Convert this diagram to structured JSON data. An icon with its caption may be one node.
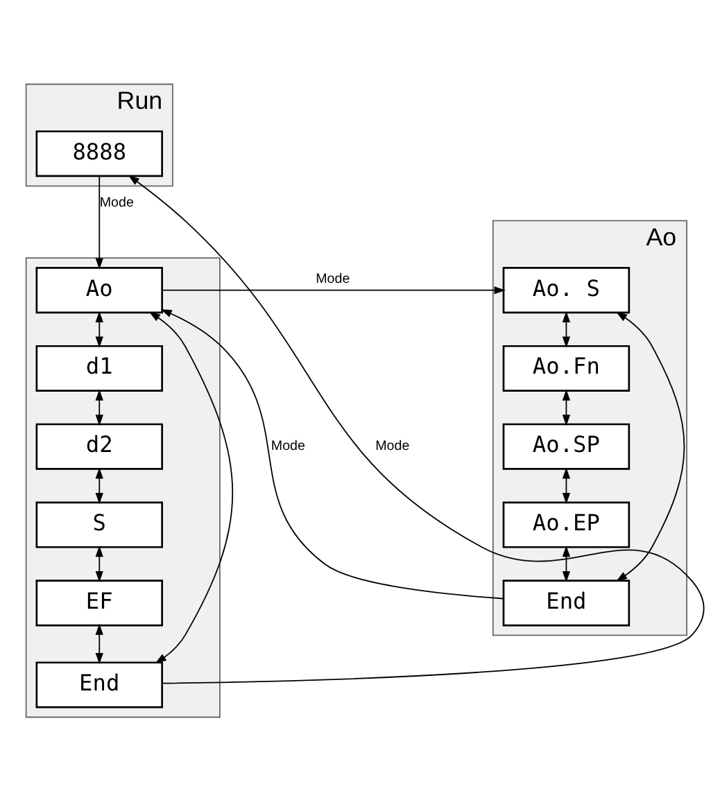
{
  "diagram": {
    "nodes": [
      {
        "text": [
          "Run"
        ]
      },
      {
        "text": [
          "8888"
        ],
        "in": 0
      },
      {
        "text": [],
        "shape": "box"
      },
      {
        "text": [
          "Ao"
        ],
        "in": 2
      },
      {
        "text": [
          "d1"
        ],
        "in": 2
      },
      {
        "text": [
          "d2"
        ],
        "in": 2
      },
      {
        "text": [
          "S"
        ],
        "in": 2
      },
      {
        "text": [
          "EF"
        ],
        "in": 2
      },
      {
        "text": [
          "End"
        ],
        "in": 2
      },
      {
        "text": [
          "Ao"
        ]
      },
      {
        "text": [
          "Ao. S"
        ],
        "in": 9
      },
      {
        "text": [
          "Ao.Fn"
        ],
        "in": 9
      },
      {
        "text": [
          "Ao.SP"
        ],
        "in": 9
      },
      {
        "text": [
          "Ao.EP"
        ],
        "in": 9
      },
      {
        "text": [
          "End"
        ],
        "in": 9
      }
    ],
    "edges": [
      {
        "from": 1,
        "to": 3,
        "arrow": "to",
        "label": "Mode"
      },
      {
        "from": 3,
        "to": 4,
        "arrow": "both"
      },
      {
        "from": 4,
        "to": 5,
        "arrow": "both"
      },
      {
        "from": 5,
        "to": 6,
        "arrow": "both"
      },
      {
        "from": 6,
        "to": 7,
        "arrow": "both"
      },
      {
        "from": 7,
        "to": 8,
        "arrow": "both"
      },
      {
        "from": 3,
        "to": 8,
        "arrow": "both"
      },
      {
        "from": 8,
        "to": 1,
        "arrow": "to",
        "label": "Mode"
      },
      {
        "from": 3,
        "to": 10,
        "arrow": "to",
        "label": "Mode"
      },
      {
        "from": 10,
        "to": 11,
        "arrow": "both"
      },
      {
        "from": 11,
        "to": 12,
        "arrow": "both"
      },
      {
        "from": 12,
        "to": 13,
        "arrow": "both"
      },
      {
        "from": 13,
        "to": 14,
        "arrow": "both"
      },
      {
        "from": 14,
        "to": 3,
        "arrow": "to",
        "label": "Mode"
      },
      {
        "from": 10,
        "to": 14,
        "arrow": "both"
      }
    ]
  }
}
